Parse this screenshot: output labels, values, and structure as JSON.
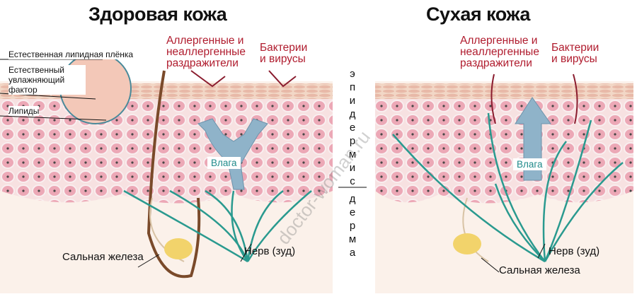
{
  "healthy": {
    "title": "Здоровая кожа",
    "irritants": "Аллергенные и\nнеаллергенные\nраздражители",
    "bacteria": "Бактерии\nи вирусы",
    "inset_labels": [
      "Естественная липидная плёнка",
      "Естественный\nувлажняющий\nфактор",
      "Липиды"
    ],
    "moisture": "Влага",
    "sebaceous": "Сальная железа",
    "nerve": "Нерв (зуд)"
  },
  "dry": {
    "title": "Сухая кожа",
    "irritants": "Аллергенные и\nнеаллергенные\nраздражители",
    "bacteria": "Бактерии\nи вирусы",
    "moisture": "Влага",
    "sebaceous": "Сальная железа",
    "nerve": "Нерв (зуд)"
  },
  "layers": {
    "epidermis": [
      "э",
      "п",
      "и",
      "д",
      "е",
      "р",
      "м",
      "и",
      "с"
    ],
    "dermis": [
      "д",
      "е",
      "р",
      "м",
      "а"
    ]
  },
  "watermark": "doctor-woman.ru",
  "colors": {
    "red": "#b01c2e",
    "teal": "#1f8a8a",
    "arrow": "#8fb3c9",
    "cell": "#e79aa8",
    "skin": "#f7e6d8"
  }
}
